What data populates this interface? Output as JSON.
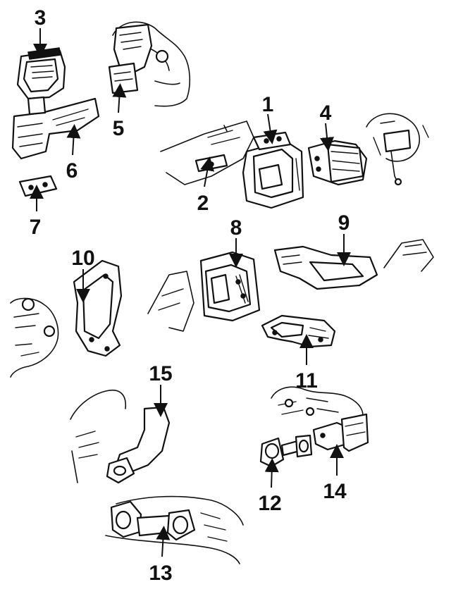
{
  "callouts": [
    {
      "id": "1",
      "label": "1"
    },
    {
      "id": "2",
      "label": "2"
    },
    {
      "id": "3",
      "label": "3"
    },
    {
      "id": "4",
      "label": "4"
    },
    {
      "id": "5",
      "label": "5"
    },
    {
      "id": "6",
      "label": "6"
    },
    {
      "id": "7",
      "label": "7"
    },
    {
      "id": "8",
      "label": "8"
    },
    {
      "id": "9",
      "label": "9"
    },
    {
      "id": "10",
      "label": "10"
    },
    {
      "id": "11",
      "label": "11"
    },
    {
      "id": "12",
      "label": "12"
    },
    {
      "id": "13",
      "label": "13"
    },
    {
      "id": "14",
      "label": "14"
    },
    {
      "id": "15",
      "label": "15"
    }
  ],
  "colors": {
    "ink": "#111111",
    "background": "#ffffff"
  }
}
